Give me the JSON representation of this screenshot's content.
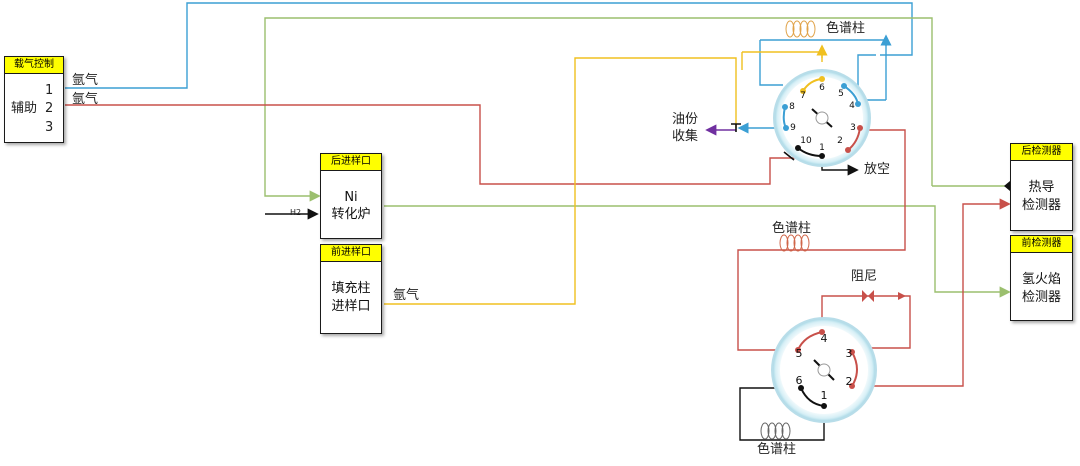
{
  "colors": {
    "carrier": "#3b9fd4",
    "green": "#9bbf6e",
    "red": "#c8504a",
    "yellow": "#f0c020",
    "purple": "#7030a0",
    "black": "#111111",
    "header": "#ffff00",
    "valve_ring": "#bfe3ee"
  },
  "carrier_box": {
    "header": "载气控制",
    "aux_label": "辅助",
    "ports": [
      "1",
      "2",
      "3"
    ]
  },
  "rear_inlet": {
    "header": "后进样口",
    "line1": "Ni",
    "line2": "转化炉"
  },
  "front_inlet": {
    "header": "前进样口",
    "line1": "填充柱",
    "line2": "进样口"
  },
  "rear_detector": {
    "header": "后检测器",
    "line1": "热导",
    "line2": "检测器"
  },
  "front_detector": {
    "header": "前检测器",
    "line1": "氢火焰",
    "line2": "检测器"
  },
  "labels": {
    "argon1": "氩气",
    "argon2": "氩气",
    "argon3": "氩气",
    "h2": "H2",
    "column_top": "色谱柱",
    "column_mid": "色谱柱",
    "column_bottom": "色谱柱",
    "oil_line1": "油份",
    "oil_line2": "收集",
    "vent": "放空",
    "damper": "阻尼"
  },
  "valve_ten": {
    "ports": [
      "1",
      "2",
      "3",
      "4",
      "5",
      "6",
      "7",
      "8",
      "9",
      "10"
    ]
  },
  "valve_six": {
    "ports": [
      "1",
      "2",
      "3",
      "4",
      "5",
      "6"
    ]
  }
}
